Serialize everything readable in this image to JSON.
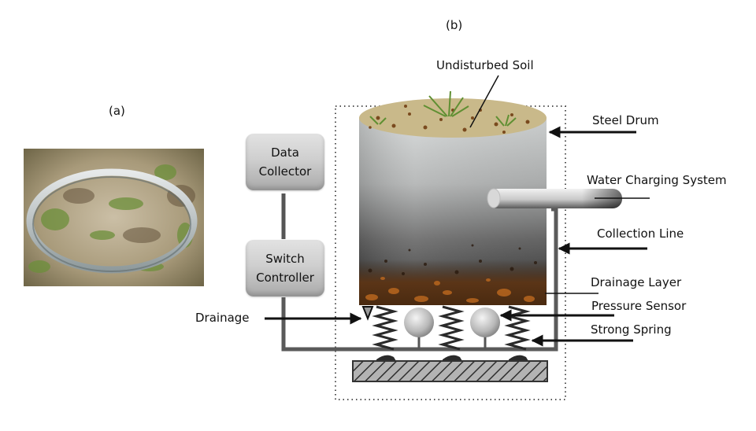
{
  "panels": {
    "a": {
      "label": "(a)",
      "photo_description": "steel ring embedded in grassy soil"
    },
    "b": {
      "label": "(b)"
    }
  },
  "components": {
    "data_collector": "Data\nCollector",
    "switch_controller": "Switch\nController"
  },
  "callouts": {
    "undisturbed_soil": "Undisturbed Soil",
    "steel_drum": "Steel Drum",
    "water_charging_system": "Water Charging System",
    "collection_line": "Collection Line",
    "drainage_layer": "Drainage Layer",
    "pressure_sensor": "Pressure Sensor",
    "strong_spring": "Strong Spring",
    "drainage": "Drainage"
  },
  "colors": {
    "soil_top": "#c9b98a",
    "drum_light": "#d9dcdc",
    "drum_dark": "#3a3a3a",
    "drainage_layer": "#5a3418",
    "pipe": "#5a5a5a",
    "grass": "#6f9a3c"
  }
}
